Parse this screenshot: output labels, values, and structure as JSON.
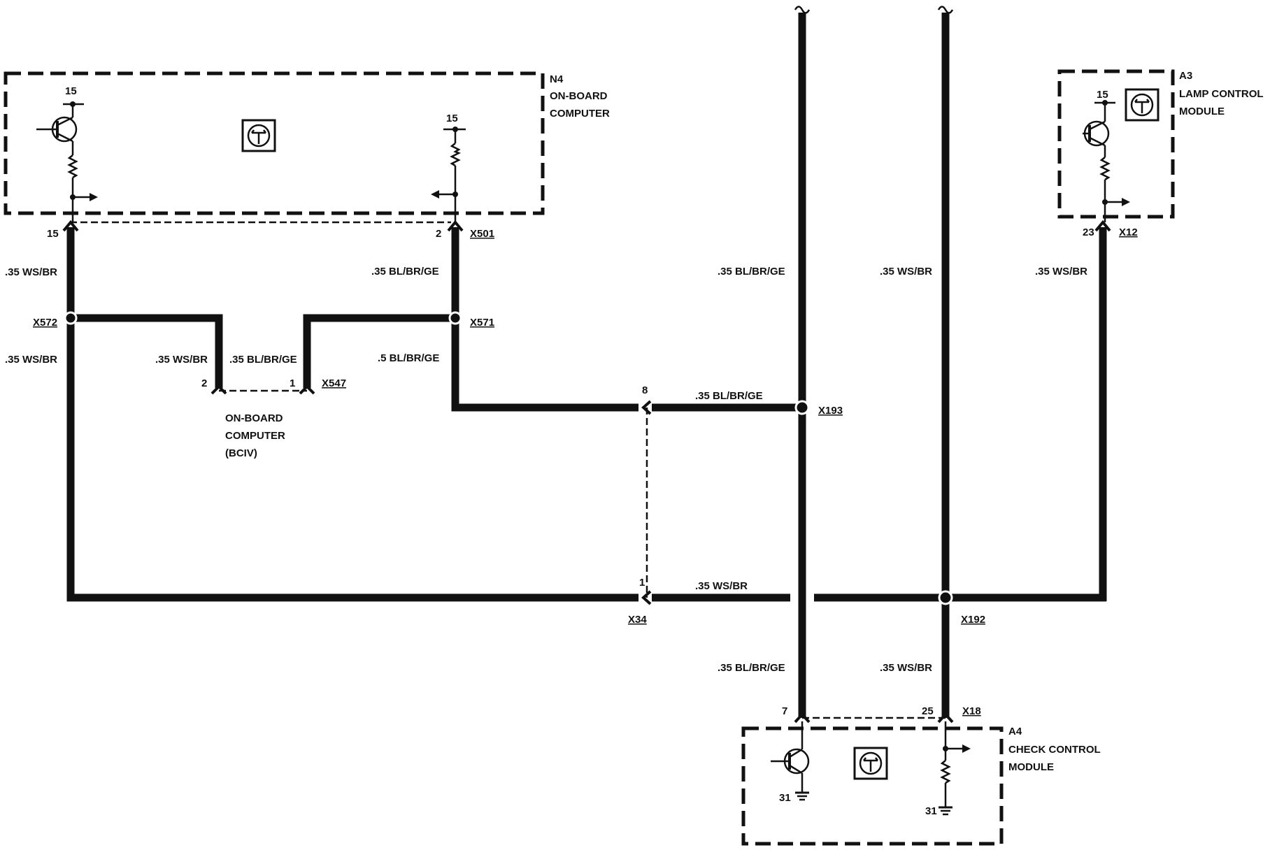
{
  "modules": {
    "n4": {
      "id": "N4",
      "line1": "ON-BOARD",
      "line2": "COMPUTER"
    },
    "a3": {
      "id": "A3",
      "line1": "LAMP CONTROL",
      "line2": "MODULE"
    },
    "a4": {
      "id": "A4",
      "line1": "CHECK CONTROL",
      "line2": "MODULE"
    },
    "bciv": {
      "line1": "ON-BOARD",
      "line2": "COMPUTER",
      "line3": "(BCIV)"
    }
  },
  "pins": {
    "n4_supply_left": "15",
    "n4_supply_right": "15",
    "a3_supply": "15",
    "n4_pin_left": "15",
    "n4_pin_right": "2",
    "a3_pin": "23",
    "bciv_pin2": "2",
    "bciv_pin1": "1",
    "x34_pin8": "8",
    "x34_pin1": "1",
    "a4_pin7": "7",
    "a4_pin25": "25",
    "a4_ground_left": "31",
    "a4_ground_right": "31"
  },
  "connectors": {
    "x501": "X501",
    "x12": "X12",
    "x572": "X572",
    "x571": "X571",
    "x547": "X547",
    "x193": "X193",
    "x34": "X34",
    "x192": "X192",
    "x18": "X18"
  },
  "wires": {
    "w_left_top": ".35 WS/BR",
    "w_left_mid": ".35 WS/BR",
    "w_n4_right": ".35 BL/BR/GE",
    "w_x571_down": ".5 BL/BR/GE",
    "w_bciv_left": ".35 WS/BR",
    "w_bciv_right": ".35 BL/BR/GE",
    "w_to_x193": ".35 BL/BR/GE",
    "w_bus1_top": ".35 BL/BR/GE",
    "w_bus2_top": ".35 WS/BR",
    "w_a3": ".35 WS/BR",
    "w_bottom_h": ".35 WS/BR",
    "w_bus1_bot": ".35 BL/BR/GE",
    "w_bus2_bot": ".35 WS/BR"
  }
}
